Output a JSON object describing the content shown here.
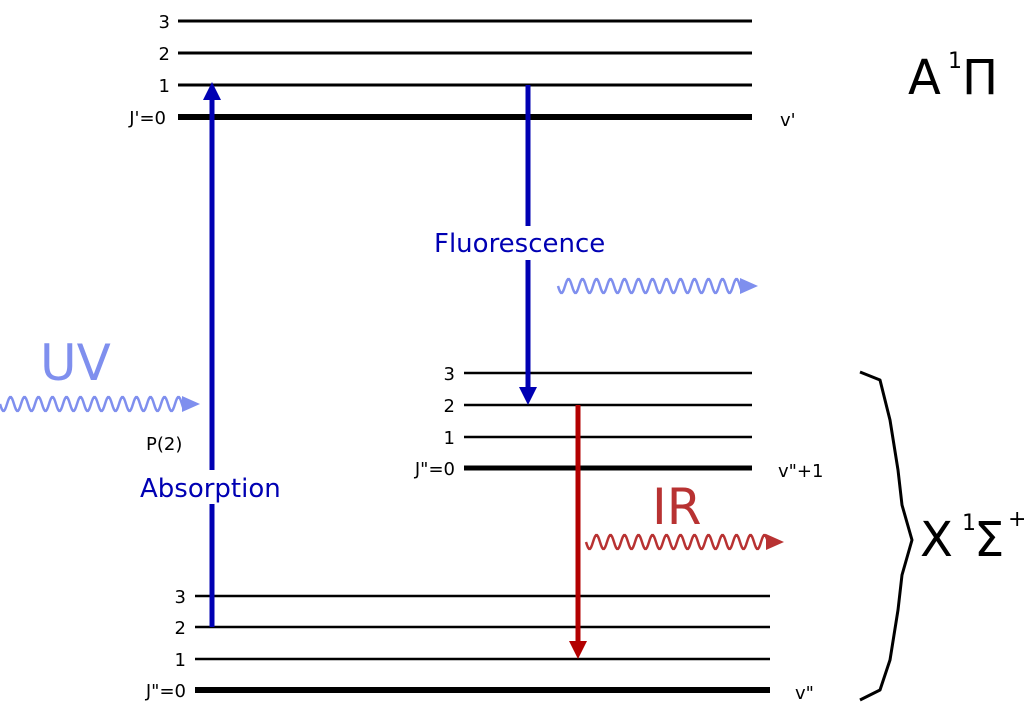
{
  "upper_state": {
    "levels": [
      "J'=0",
      "1",
      "2",
      "3"
    ],
    "vibrational_label": "v'",
    "term_letter": "A",
    "term_multiplicity": "1",
    "term_symbol": "Π"
  },
  "middle_state": {
    "levels": [
      "J\"=0",
      "1",
      "2",
      "3"
    ],
    "vibrational_label": "v\"+1"
  },
  "lower_state": {
    "levels": [
      "J\"=0",
      "1",
      "2",
      "3"
    ],
    "vibrational_label": "v\"",
    "term_letter": "X",
    "term_multiplicity": "1",
    "term_symbol": "Σ",
    "term_superscript": "+"
  },
  "transitions": {
    "absorption_label": "Absorption",
    "absorption_branch": "P(2)",
    "fluorescence_label": "Fluorescence",
    "uv_label": "UV",
    "ir_label": "IR"
  },
  "colors": {
    "absorption": "#0000b3",
    "fluorescence": "#0000b3",
    "uv_wave": "#7f8fee",
    "ir": "#b30000",
    "ir_wave": "#b83232",
    "levels": "#000000"
  }
}
